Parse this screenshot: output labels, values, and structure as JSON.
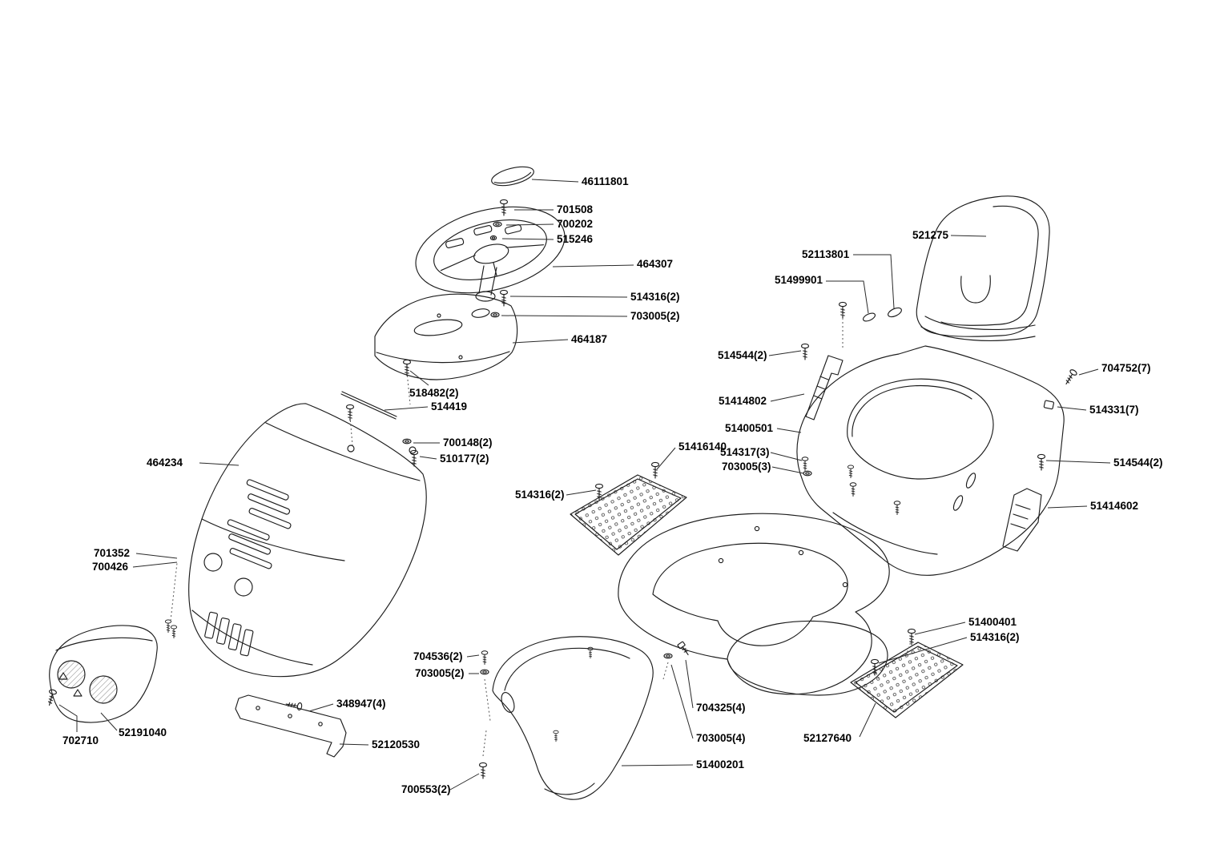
{
  "page": {
    "background": "#ffffff",
    "text_color": "#000000",
    "line_color": "#1c1c1c"
  },
  "diagram": {
    "kind": "exploded-parts-diagram",
    "labels": [
      {
        "id": "46111801"
      },
      {
        "id": "701508"
      },
      {
        "id": "700202"
      },
      {
        "id": "515246"
      },
      {
        "id": "464307"
      },
      {
        "id": "514316(2)"
      },
      {
        "id": "703005(2)"
      },
      {
        "id": "464187"
      },
      {
        "id": "518482(2)"
      },
      {
        "id": "514419"
      },
      {
        "id": "700148(2)"
      },
      {
        "id": "510177(2)"
      },
      {
        "id": "464234"
      },
      {
        "id": "701352"
      },
      {
        "id": "700426"
      },
      {
        "id": "702710"
      },
      {
        "id": "52191040"
      },
      {
        "id": "348947(4)"
      },
      {
        "id": "52120530"
      },
      {
        "id": "700553(2)"
      },
      {
        "id": "704536(2)"
      },
      {
        "id": "703005(2)"
      },
      {
        "id": "51400201"
      },
      {
        "id": "704325(4)"
      },
      {
        "id": "703005(4)"
      },
      {
        "id": "52127640"
      },
      {
        "id": "51400401"
      },
      {
        "id": "514316(2)"
      },
      {
        "id": "514316(2)"
      },
      {
        "id": "51416140"
      },
      {
        "id": "514317(3)"
      },
      {
        "id": "703005(3)"
      },
      {
        "id": "51400501"
      },
      {
        "id": "51414802"
      },
      {
        "id": "514544(2)"
      },
      {
        "id": "51499901"
      },
      {
        "id": "52113801"
      },
      {
        "id": "521275"
      },
      {
        "id": "704752(7)"
      },
      {
        "id": "514331(7)"
      },
      {
        "id": "514544(2)"
      },
      {
        "id": "51414602"
      }
    ]
  }
}
